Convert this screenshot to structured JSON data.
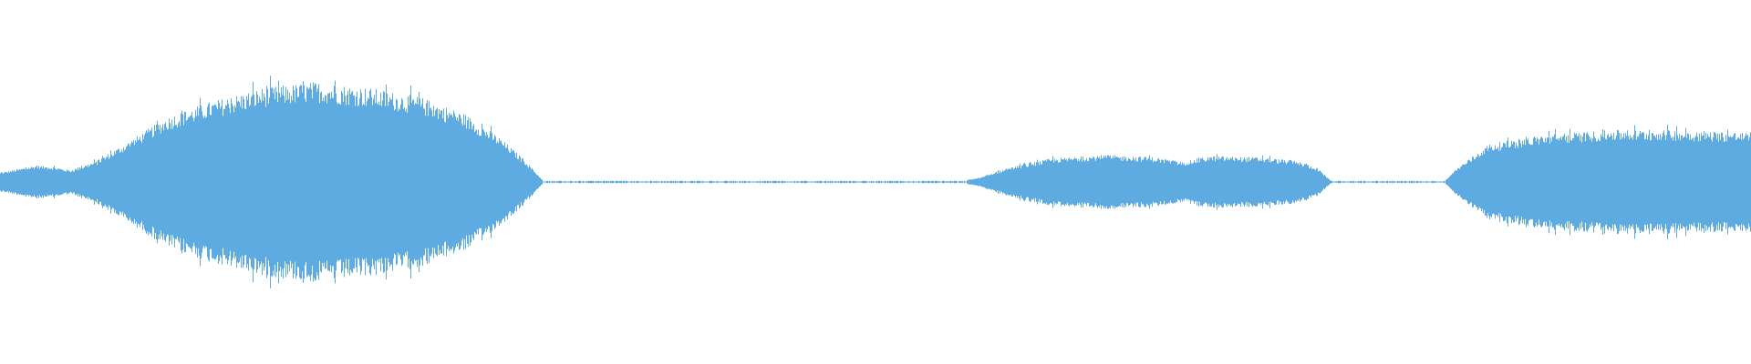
{
  "waveform": {
    "color": "#5dabe1",
    "background": "#ffffff",
    "amplitude_envelope": [
      {
        "t": 0.0,
        "a": 0.08
      },
      {
        "t": 0.01,
        "a": 0.11
      },
      {
        "t": 0.02,
        "a": 0.14
      },
      {
        "t": 0.03,
        "a": 0.13
      },
      {
        "t": 0.04,
        "a": 0.1
      },
      {
        "t": 0.055,
        "a": 0.18
      },
      {
        "t": 0.075,
        "a": 0.36
      },
      {
        "t": 0.095,
        "a": 0.55
      },
      {
        "t": 0.12,
        "a": 0.68
      },
      {
        "t": 0.15,
        "a": 0.8
      },
      {
        "t": 0.18,
        "a": 0.85
      },
      {
        "t": 0.21,
        "a": 0.8
      },
      {
        "t": 0.24,
        "a": 0.72
      },
      {
        "t": 0.265,
        "a": 0.58
      },
      {
        "t": 0.285,
        "a": 0.38
      },
      {
        "t": 0.3,
        "a": 0.18
      },
      {
        "t": 0.31,
        "a": 0.01
      },
      {
        "t": 0.55,
        "a": 0.01
      },
      {
        "t": 0.56,
        "a": 0.04
      },
      {
        "t": 0.575,
        "a": 0.12
      },
      {
        "t": 0.6,
        "a": 0.2
      },
      {
        "t": 0.63,
        "a": 0.23
      },
      {
        "t": 0.66,
        "a": 0.21
      },
      {
        "t": 0.675,
        "a": 0.17
      },
      {
        "t": 0.69,
        "a": 0.22
      },
      {
        "t": 0.72,
        "a": 0.21
      },
      {
        "t": 0.74,
        "a": 0.18
      },
      {
        "t": 0.752,
        "a": 0.12
      },
      {
        "t": 0.76,
        "a": 0.01
      },
      {
        "t": 0.825,
        "a": 0.01
      },
      {
        "t": 0.832,
        "a": 0.12
      },
      {
        "t": 0.85,
        "a": 0.32
      },
      {
        "t": 0.88,
        "a": 0.4
      },
      {
        "t": 0.92,
        "a": 0.44
      },
      {
        "t": 0.96,
        "a": 0.44
      },
      {
        "t": 1.0,
        "a": 0.42
      }
    ]
  }
}
